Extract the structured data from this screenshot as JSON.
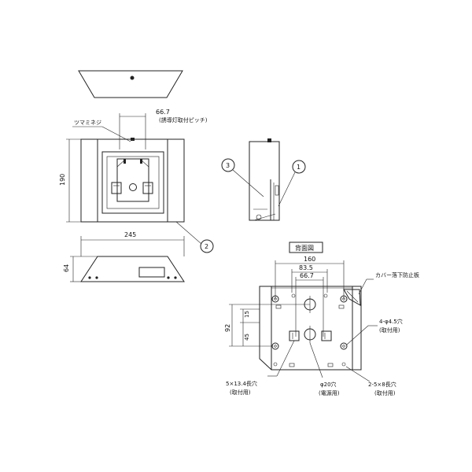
{
  "labels": {
    "dim_66_7_top": "66.7",
    "light_pitch": "(誘導灯取付ピッチ)",
    "knob_screw": "ツマミネジ",
    "dim_190": "190",
    "dim_245": "245",
    "dim_64": "64",
    "callout_1": "1",
    "callout_2": "2",
    "callout_3": "3",
    "back_view": "背面図",
    "dim_160": "160",
    "dim_83_5": "83.5",
    "dim_66_7_back": "66.7",
    "cover_stopper": "カバー落下防止板",
    "holes_4_5": "4-φ4.5穴",
    "for_mounting_1": "(取付用)",
    "dim_92": "92",
    "dim_15": "15",
    "dim_45": "45",
    "slot_5x13": "5×13.4長穴",
    "for_mounting_2": "(取付用)",
    "hole_20": "φ20穴",
    "for_power": "(電源用)",
    "slot_2_5x8": "2-5×8長穴",
    "for_mounting_3": "(取付用)"
  }
}
